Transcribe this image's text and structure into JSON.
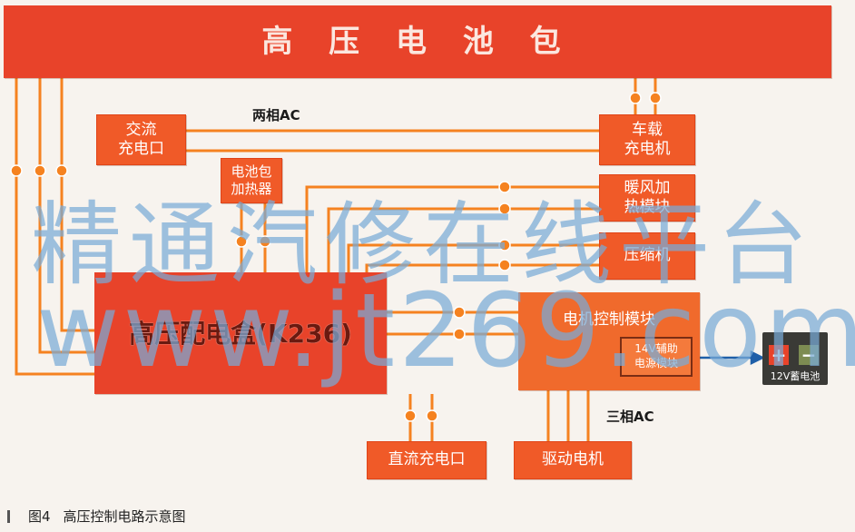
{
  "boxes": {
    "hv_battery": "高 压 电 池 包",
    "ac_port_line1": "交流",
    "ac_port_line2": "充电口",
    "pack_heater_line1": "电池包",
    "pack_heater_line2": "加热器",
    "obc_line1": "车载",
    "obc_line2": "充电机",
    "ptc_line1": "暖风加",
    "ptc_line2": "热模块",
    "compressor": "压缩机",
    "pdu": "高压配电盒(K236)",
    "mcu": "电机控制模块",
    "dcdc_line1": "14V辅助",
    "dcdc_line2": "电源模块",
    "dc_port": "直流充电口",
    "motor": "驱动电机"
  },
  "labels": {
    "two_phase": "两相AC",
    "three_phase": "三相AC"
  },
  "lv_battery": {
    "plus": "+",
    "minus": "−",
    "label": "12V蓄电池"
  },
  "caption": {
    "number": "图4",
    "title": "高压控制电路示意图"
  },
  "watermark": {
    "cn": "精通汽修在线平台",
    "url": "www.jt269.com"
  },
  "colors": {
    "wire": "#f58220",
    "box": "#f05a28",
    "battery_pack": "#e8432a",
    "arrow": "#1f5fa8"
  }
}
